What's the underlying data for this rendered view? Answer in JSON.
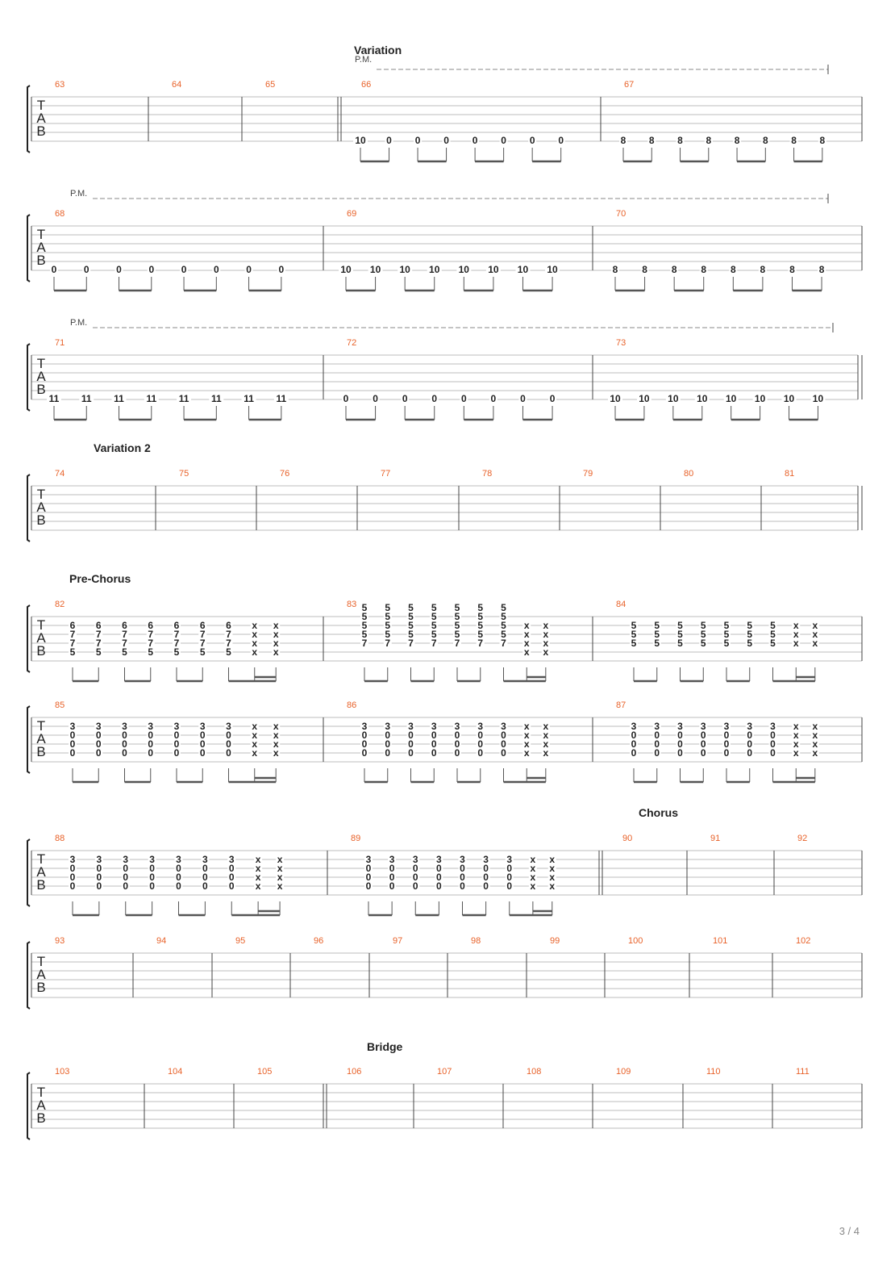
{
  "page": {
    "number_label": "3 / 4"
  },
  "labels": {
    "tab_letters": [
      "T",
      "A",
      "B"
    ],
    "palm_mute": "P.M."
  },
  "sections": {
    "variation": "Variation",
    "variation_2": "Variation 2",
    "pre_chorus": "Pre-Chorus",
    "chorus": "Chorus",
    "bridge": "Bridge"
  },
  "systems": [
    {
      "pm": true,
      "measures": [
        {
          "n": "63",
          "beats": []
        },
        {
          "n": "64",
          "beats": []
        },
        {
          "n": "65",
          "beats": [],
          "repeat_end": true
        },
        {
          "n": "66",
          "beats": [
            [
              "10"
            ],
            [
              "0"
            ],
            [
              "0"
            ],
            [
              "0"
            ],
            [
              "0"
            ],
            [
              "0"
            ],
            [
              "0"
            ],
            [
              "0"
            ]
          ]
        },
        {
          "n": "67",
          "beats": [
            [
              "8"
            ],
            [
              "8"
            ],
            [
              "8"
            ],
            [
              "8"
            ],
            [
              "8"
            ],
            [
              "8"
            ],
            [
              "8"
            ],
            [
              "8"
            ]
          ]
        }
      ]
    },
    {
      "pm": true,
      "measures": [
        {
          "n": "68",
          "beats": [
            [
              "0"
            ],
            [
              "0"
            ],
            [
              "0"
            ],
            [
              "0"
            ],
            [
              "0"
            ],
            [
              "0"
            ],
            [
              "0"
            ],
            [
              "0"
            ]
          ]
        },
        {
          "n": "69",
          "beats": [
            [
              "10"
            ],
            [
              "10"
            ],
            [
              "10"
            ],
            [
              "10"
            ],
            [
              "10"
            ],
            [
              "10"
            ],
            [
              "10"
            ],
            [
              "10"
            ]
          ]
        },
        {
          "n": "70",
          "beats": [
            [
              "8"
            ],
            [
              "8"
            ],
            [
              "8"
            ],
            [
              "8"
            ],
            [
              "8"
            ],
            [
              "8"
            ],
            [
              "8"
            ],
            [
              "8"
            ]
          ]
        }
      ]
    },
    {
      "pm": true,
      "end_double": true,
      "measures": [
        {
          "n": "71",
          "beats": [
            [
              "11"
            ],
            [
              "11"
            ],
            [
              "11"
            ],
            [
              "11"
            ],
            [
              "11"
            ],
            [
              "11"
            ],
            [
              "11"
            ],
            [
              "11"
            ]
          ]
        },
        {
          "n": "72",
          "beats": [
            [
              "0"
            ],
            [
              "0"
            ],
            [
              "0"
            ],
            [
              "0"
            ],
            [
              "0"
            ],
            [
              "0"
            ],
            [
              "0"
            ],
            [
              "0"
            ]
          ]
        },
        {
          "n": "73",
          "beats": [
            [
              "10"
            ],
            [
              "10"
            ],
            [
              "10"
            ],
            [
              "10"
            ],
            [
              "10"
            ],
            [
              "10"
            ],
            [
              "10"
            ],
            [
              "10"
            ]
          ]
        }
      ]
    },
    {
      "end_double": true,
      "measures": [
        {
          "n": "74",
          "beats": []
        },
        {
          "n": "75",
          "beats": []
        },
        {
          "n": "76",
          "beats": []
        },
        {
          "n": "77",
          "beats": []
        },
        {
          "n": "78",
          "beats": []
        },
        {
          "n": "79",
          "beats": []
        },
        {
          "n": "80",
          "beats": []
        },
        {
          "n": "81",
          "beats": []
        }
      ]
    },
    {
      "measures": [
        {
          "n": "82",
          "beats": [
            [
              "6",
              "7",
              "7",
              "5"
            ],
            [
              "6",
              "7",
              "7",
              "5"
            ],
            [
              "6",
              "7",
              "7",
              "5"
            ],
            [
              "6",
              "7",
              "7",
              "5"
            ],
            [
              "6",
              "7",
              "7",
              "5"
            ],
            [
              "6",
              "7",
              "7",
              "5"
            ],
            [
              "6",
              "7",
              "7",
              "5"
            ],
            [
              "x",
              "x",
              "x",
              "x"
            ],
            [
              "x",
              "x",
              "x",
              "x"
            ]
          ]
        },
        {
          "n": "83",
          "beats": [
            [
              "5",
              "5",
              "5",
              "5",
              "7"
            ],
            [
              "5",
              "5",
              "5",
              "5",
              "7"
            ],
            [
              "5",
              "5",
              "5",
              "5",
              "7"
            ],
            [
              "5",
              "5",
              "5",
              "5",
              "7"
            ],
            [
              "5",
              "5",
              "5",
              "5",
              "7"
            ],
            [
              "5",
              "5",
              "5",
              "5",
              "7"
            ],
            [
              "5",
              "5",
              "5",
              "5",
              "7"
            ],
            [
              "x",
              "x",
              "x",
              "x"
            ],
            [
              "x",
              "x",
              "x",
              "x"
            ]
          ]
        },
        {
          "n": "84",
          "beats": [
            [
              "5",
              "5",
              "5"
            ],
            [
              "5",
              "5",
              "5"
            ],
            [
              "5",
              "5",
              "5"
            ],
            [
              "5",
              "5",
              "5"
            ],
            [
              "5",
              "5",
              "5"
            ],
            [
              "5",
              "5",
              "5"
            ],
            [
              "5",
              "5",
              "5"
            ],
            [
              "x",
              "x",
              "x"
            ],
            [
              "x",
              "x",
              "x"
            ]
          ]
        }
      ]
    },
    {
      "measures": [
        {
          "n": "85",
          "beats": [
            [
              "3",
              "0",
              "0",
              "0"
            ],
            [
              "3",
              "0",
              "0",
              "0"
            ],
            [
              "3",
              "0",
              "0",
              "0"
            ],
            [
              "3",
              "0",
              "0",
              "0"
            ],
            [
              "3",
              "0",
              "0",
              "0"
            ],
            [
              "3",
              "0",
              "0",
              "0"
            ],
            [
              "3",
              "0",
              "0",
              "0"
            ],
            [
              "x",
              "x",
              "x",
              "x"
            ],
            [
              "x",
              "x",
              "x",
              "x"
            ]
          ]
        },
        {
          "n": "86",
          "beats": [
            [
              "3",
              "0",
              "0",
              "0"
            ],
            [
              "3",
              "0",
              "0",
              "0"
            ],
            [
              "3",
              "0",
              "0",
              "0"
            ],
            [
              "3",
              "0",
              "0",
              "0"
            ],
            [
              "3",
              "0",
              "0",
              "0"
            ],
            [
              "3",
              "0",
              "0",
              "0"
            ],
            [
              "3",
              "0",
              "0",
              "0"
            ],
            [
              "x",
              "x",
              "x",
              "x"
            ],
            [
              "x",
              "x",
              "x",
              "x"
            ]
          ]
        },
        {
          "n": "87",
          "beats": [
            [
              "3",
              "0",
              "0",
              "0"
            ],
            [
              "3",
              "0",
              "0",
              "0"
            ],
            [
              "3",
              "0",
              "0",
              "0"
            ],
            [
              "3",
              "0",
              "0",
              "0"
            ],
            [
              "3",
              "0",
              "0",
              "0"
            ],
            [
              "3",
              "0",
              "0",
              "0"
            ],
            [
              "3",
              "0",
              "0",
              "0"
            ],
            [
              "x",
              "x",
              "x",
              "x"
            ],
            [
              "x",
              "x",
              "x",
              "x"
            ]
          ]
        }
      ]
    },
    {
      "measures": [
        {
          "n": "88",
          "beats": [
            [
              "3",
              "0",
              "0",
              "0"
            ],
            [
              "3",
              "0",
              "0",
              "0"
            ],
            [
              "3",
              "0",
              "0",
              "0"
            ],
            [
              "3",
              "0",
              "0",
              "0"
            ],
            [
              "3",
              "0",
              "0",
              "0"
            ],
            [
              "3",
              "0",
              "0",
              "0"
            ],
            [
              "3",
              "0",
              "0",
              "0"
            ],
            [
              "x",
              "x",
              "x",
              "x"
            ],
            [
              "x",
              "x",
              "x",
              "x"
            ]
          ]
        },
        {
          "n": "89",
          "beats": [
            [
              "3",
              "0",
              "0",
              "0"
            ],
            [
              "3",
              "0",
              "0",
              "0"
            ],
            [
              "3",
              "0",
              "0",
              "0"
            ],
            [
              "3",
              "0",
              "0",
              "0"
            ],
            [
              "3",
              "0",
              "0",
              "0"
            ],
            [
              "3",
              "0",
              "0",
              "0"
            ],
            [
              "3",
              "0",
              "0",
              "0"
            ],
            [
              "x",
              "x",
              "x",
              "x"
            ],
            [
              "x",
              "x",
              "x",
              "x"
            ]
          ],
          "repeat_end": true
        },
        {
          "n": "90",
          "beats": []
        },
        {
          "n": "91",
          "beats": []
        },
        {
          "n": "92",
          "beats": []
        }
      ]
    },
    {
      "measures": [
        {
          "n": "93",
          "beats": []
        },
        {
          "n": "94",
          "beats": []
        },
        {
          "n": "95",
          "beats": []
        },
        {
          "n": "96",
          "beats": []
        },
        {
          "n": "97",
          "beats": []
        },
        {
          "n": "98",
          "beats": []
        },
        {
          "n": "99",
          "beats": []
        },
        {
          "n": "100",
          "beats": []
        },
        {
          "n": "101",
          "beats": []
        },
        {
          "n": "102",
          "beats": []
        }
      ]
    },
    {
      "measures": [
        {
          "n": "103",
          "beats": []
        },
        {
          "n": "104",
          "beats": []
        },
        {
          "n": "105",
          "beats": [],
          "repeat_end": true
        },
        {
          "n": "106",
          "beats": []
        },
        {
          "n": "107",
          "beats": []
        },
        {
          "n": "108",
          "beats": []
        },
        {
          "n": "109",
          "beats": []
        },
        {
          "n": "110",
          "beats": []
        },
        {
          "n": "111",
          "beats": []
        }
      ]
    }
  ]
}
